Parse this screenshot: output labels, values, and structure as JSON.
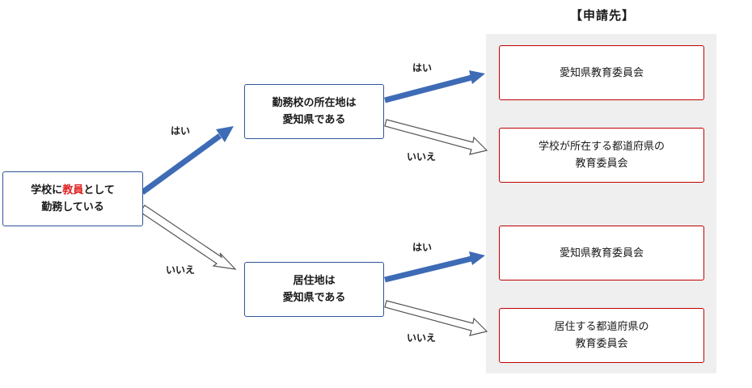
{
  "header": "【申請先】",
  "start": {
    "line1_pre": "学校に",
    "line1_emph": "教員",
    "line1_post": "として",
    "line2": "勤務している"
  },
  "q_school": {
    "line1": "勤務校の所在地は",
    "line2": "愛知県である"
  },
  "q_residence": {
    "line1": "居住地は",
    "line2": "愛知県である"
  },
  "destinations": {
    "d1": {
      "line1": "愛知県教育委員会",
      "line2": ""
    },
    "d2": {
      "line1": "学校が所在する都道府県の",
      "line2": "教育委員会"
    },
    "d3": {
      "line1": "愛知県教育委員会",
      "line2": ""
    },
    "d4": {
      "line1": "居住する都道府県の",
      "line2": "教育委員会"
    }
  },
  "labels": {
    "yes_1": "はい",
    "no_1": "いいえ",
    "yes_2": "はい",
    "no_2": "いいえ",
    "yes_3": "はい",
    "no_3": "いいえ"
  },
  "colors": {
    "yes_arrow": "#3e6bb5",
    "no_arrow_outline": "#555555",
    "emphasis": "#e02020",
    "question_border": "#2f5597",
    "destination_border": "#c00000",
    "panel": "#efefef"
  }
}
